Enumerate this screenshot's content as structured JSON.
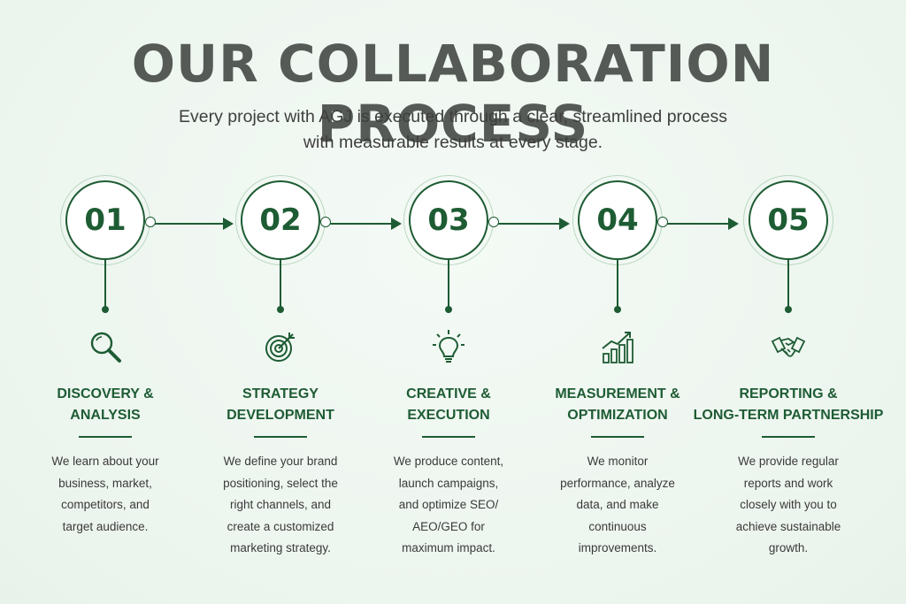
{
  "header": {
    "title": "OUR COLLABORATION PROCESS",
    "subtitle_lines": [
      "Every project with AGJ is executed through a clear, streamlined process",
      "with measurable results at every stage."
    ]
  },
  "colors": {
    "accent": "#1e5c34",
    "ring": "#b9d7bf",
    "title": "#555a56",
    "background": "#edf5ef"
  },
  "steps": [
    {
      "number": "01",
      "icon": "magnifier-icon",
      "title_lines": [
        "DISCOVERY &",
        "ANALYSIS"
      ],
      "desc_lines": [
        "We learn about your",
        "business, market,",
        "competitors, and",
        "target audience."
      ]
    },
    {
      "number": "02",
      "icon": "target-icon",
      "title_lines": [
        "STRATEGY",
        "DEVELOPMENT"
      ],
      "desc_lines": [
        "We define your brand",
        "positioning, select the",
        "right channels, and",
        "create a customized",
        "marketing strategy."
      ]
    },
    {
      "number": "03",
      "icon": "lightbulb-icon",
      "title_lines": [
        "CREATIVE &",
        "EXECUTION"
      ],
      "desc_lines": [
        "We produce content,",
        "launch campaigns,",
        "and optimize SEO/",
        "AEO/GEO for",
        "maximum impact."
      ]
    },
    {
      "number": "04",
      "icon": "growth-chart-icon",
      "title_lines": [
        "MEASUREMENT &",
        "OPTIMIZATION"
      ],
      "desc_lines": [
        "We monitor",
        "performance, analyze",
        "data, and make",
        "continuous",
        "improvements."
      ]
    },
    {
      "number": "05",
      "icon": "handshake-icon",
      "title_lines": [
        "REPORTING &",
        "LONG-TERM PARTNERSHIP"
      ],
      "desc_lines": [
        "We provide regular",
        "reports and work",
        "closely with you to",
        "achieve sustainable",
        "growth."
      ]
    }
  ]
}
